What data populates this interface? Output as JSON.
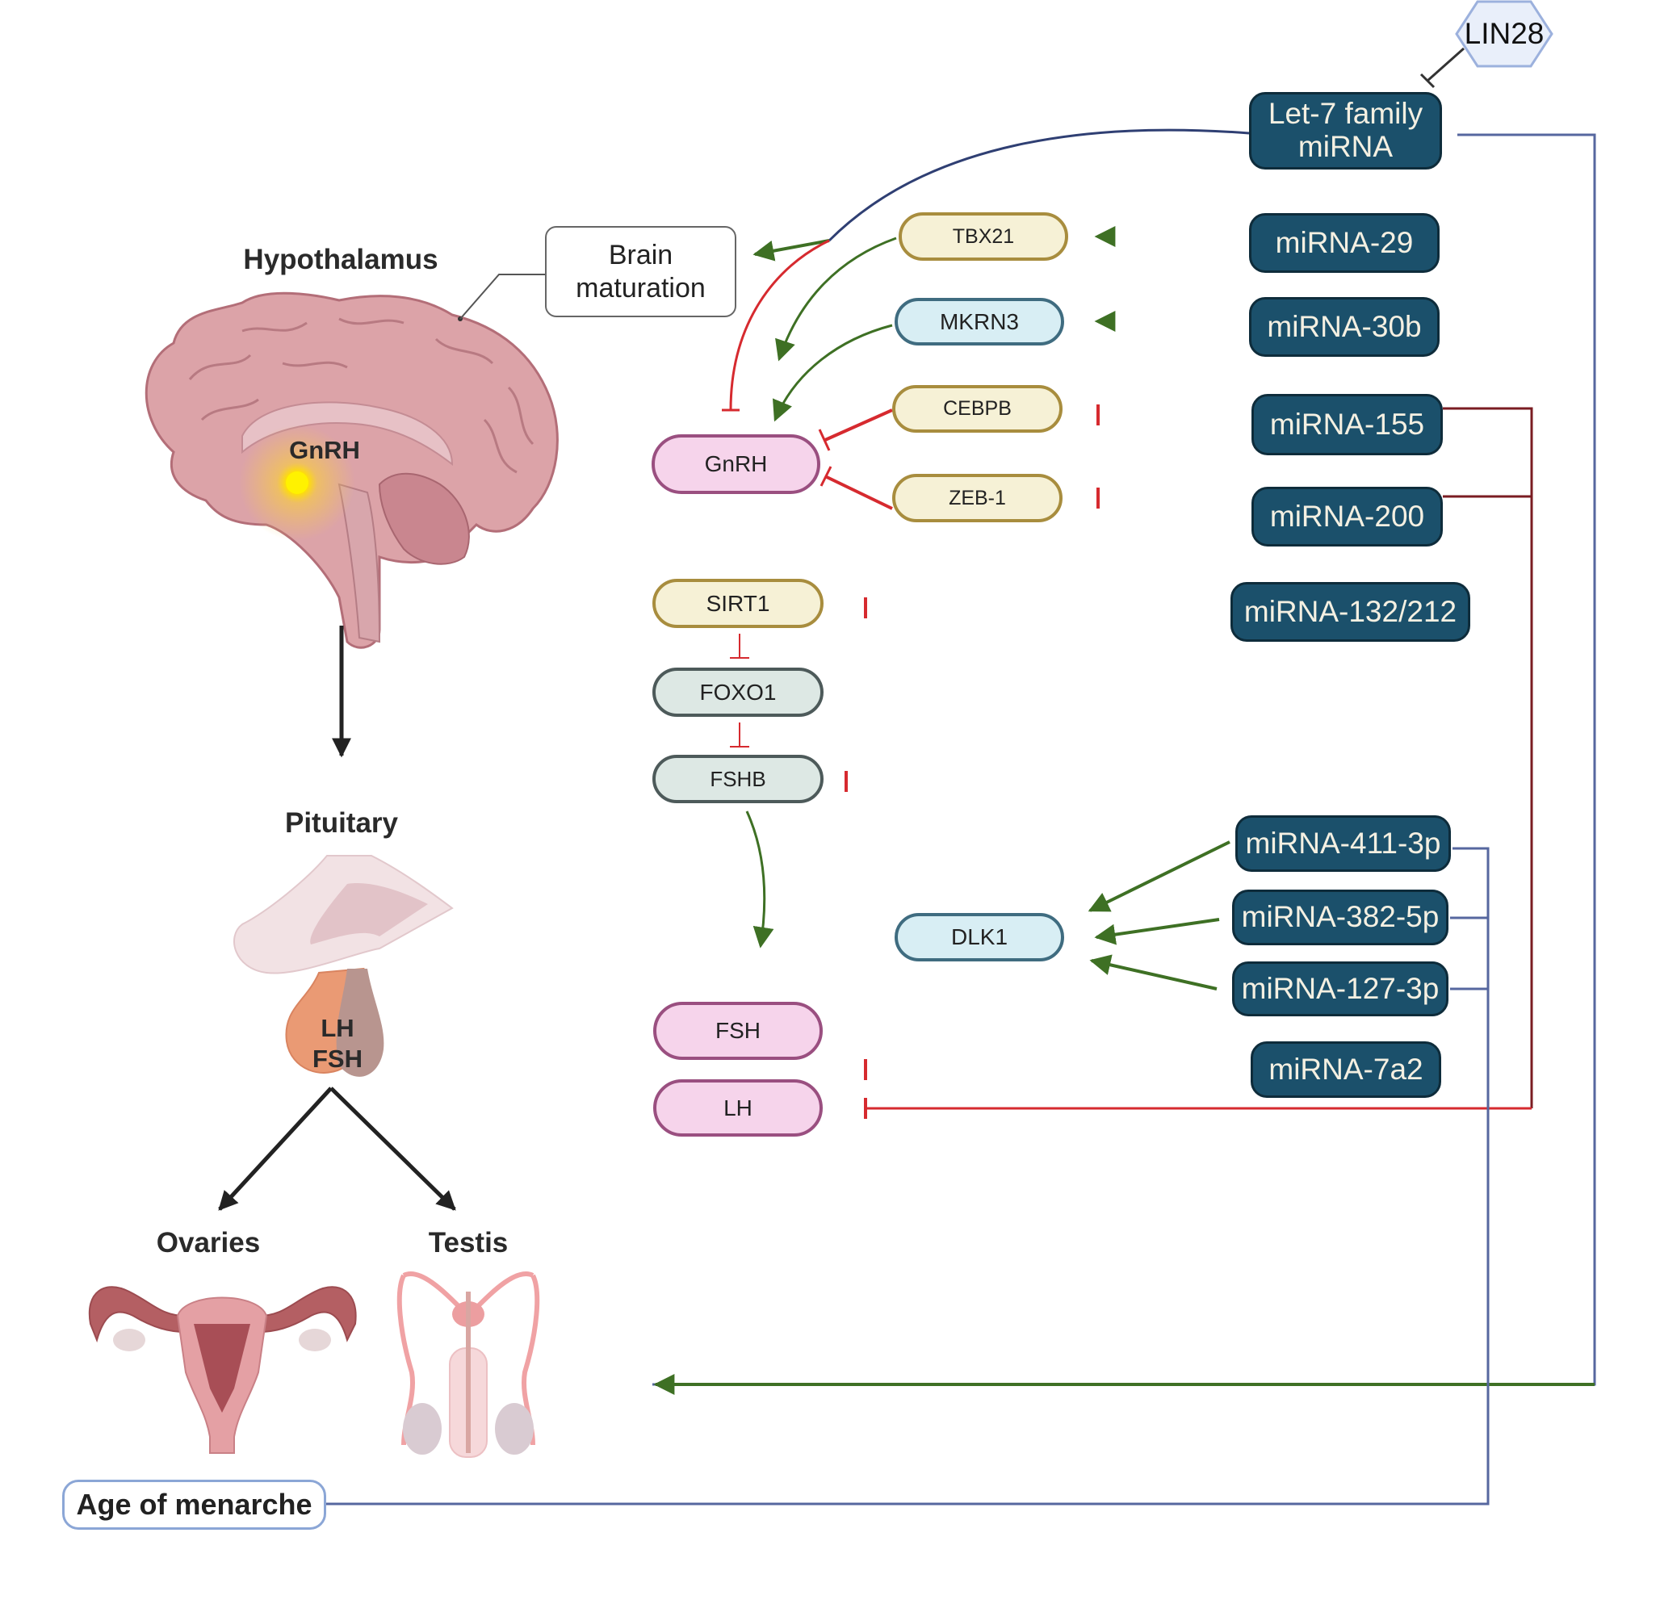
{
  "figure": {
    "labels": {
      "hypothalamus": "Hypothalamus",
      "pituitary": "Pituitary",
      "ovaries": "Ovaries",
      "testis": "Testis",
      "brain_gnrh": "GnRH",
      "pituitary_lh": "LH",
      "pituitary_fsh": "FSH"
    },
    "boxes": {
      "brain_maturation_line1": "Brain",
      "brain_maturation_line2": "maturation",
      "age_of_menarche": "Age of menarche"
    },
    "regulator": {
      "lin28": "LIN28"
    },
    "targets": {
      "tbx21": "TBX21",
      "mkrn3": "MKRN3",
      "cebpb": "CEBPB",
      "zeb1": "ZEB-1",
      "gnrh": "GnRH",
      "sirt1": "SIRT1",
      "foxo1": "FOXO1",
      "fshb": "FSHB",
      "dlk1": "DLK1",
      "fsh": "FSH",
      "lh": "LH"
    },
    "mirnas": {
      "let7_line1": "Let-7 family",
      "let7_line2": "miRNA",
      "mir29": "miRNA-29",
      "mir30b": "miRNA-30b",
      "mir155": "miRNA-155",
      "mir200": "miRNA-200",
      "mir132_212": "miRNA-132/212",
      "mir411_3p": "miRNA-411-3p",
      "mir382_5p": "miRNA-382-5p",
      "mir127_3p": "miRNA-127-3p",
      "mir7a2": "miRNA-7a2"
    },
    "edges": [
      {
        "from": "LIN28",
        "to": "Let-7 family miRNA",
        "type": "inhibit"
      },
      {
        "from": "Let-7 family miRNA",
        "to": "Brain maturation",
        "type": "activate"
      },
      {
        "from": "Let-7 family miRNA",
        "to": "GnRH",
        "type": "inhibit"
      },
      {
        "from": "Let-7 family miRNA",
        "to": "Reproductive organs",
        "type": "activate"
      },
      {
        "from": "miRNA-29",
        "to": "TBX21",
        "type": "activate"
      },
      {
        "from": "miRNA-30b",
        "to": "MKRN3",
        "type": "activate"
      },
      {
        "from": "TBX21",
        "to": "GnRH",
        "type": "activate"
      },
      {
        "from": "MKRN3",
        "to": "GnRH",
        "type": "activate"
      },
      {
        "from": "miRNA-155",
        "to": "CEBPB",
        "type": "inhibit"
      },
      {
        "from": "miRNA-200",
        "to": "ZEB-1",
        "type": "inhibit"
      },
      {
        "from": "CEBPB",
        "to": "GnRH",
        "type": "inhibit"
      },
      {
        "from": "ZEB-1",
        "to": "GnRH",
        "type": "inhibit"
      },
      {
        "from": "miRNA-155/miRNA-200",
        "to": "LH",
        "type": "inhibit"
      },
      {
        "from": "miRNA-132/212",
        "to": "SIRT1",
        "type": "inhibit"
      },
      {
        "from": "SIRT1",
        "to": "FOXO1",
        "type": "inhibit"
      },
      {
        "from": "FOXO1",
        "to": "FSHB",
        "type": "inhibit"
      },
      {
        "from": "Let-7 family miRNA",
        "to": "FSHB",
        "type": "inhibit"
      },
      {
        "from": "FSHB",
        "to": "FSH",
        "type": "activate"
      },
      {
        "from": "miRNA-411-3p",
        "to": "DLK1",
        "type": "activate"
      },
      {
        "from": "miRNA-382-5p",
        "to": "DLK1",
        "type": "activate"
      },
      {
        "from": "miRNA-127-3p",
        "to": "DLK1",
        "type": "activate"
      },
      {
        "from": "miRNA-7a2",
        "to": "FSH",
        "type": "inhibit"
      },
      {
        "from": "miRNA-411-3p/382-5p/127-3p",
        "to": "Age of menarche",
        "type": "association"
      }
    ],
    "colors": {
      "activate": "#3e7024",
      "inhibit": "#d62a2f",
      "dark_red_link": "#7a1c22",
      "blue_link": "#56679f",
      "mirna_fill": "#1b506b",
      "mirna_text": "#f4f0e2"
    }
  }
}
